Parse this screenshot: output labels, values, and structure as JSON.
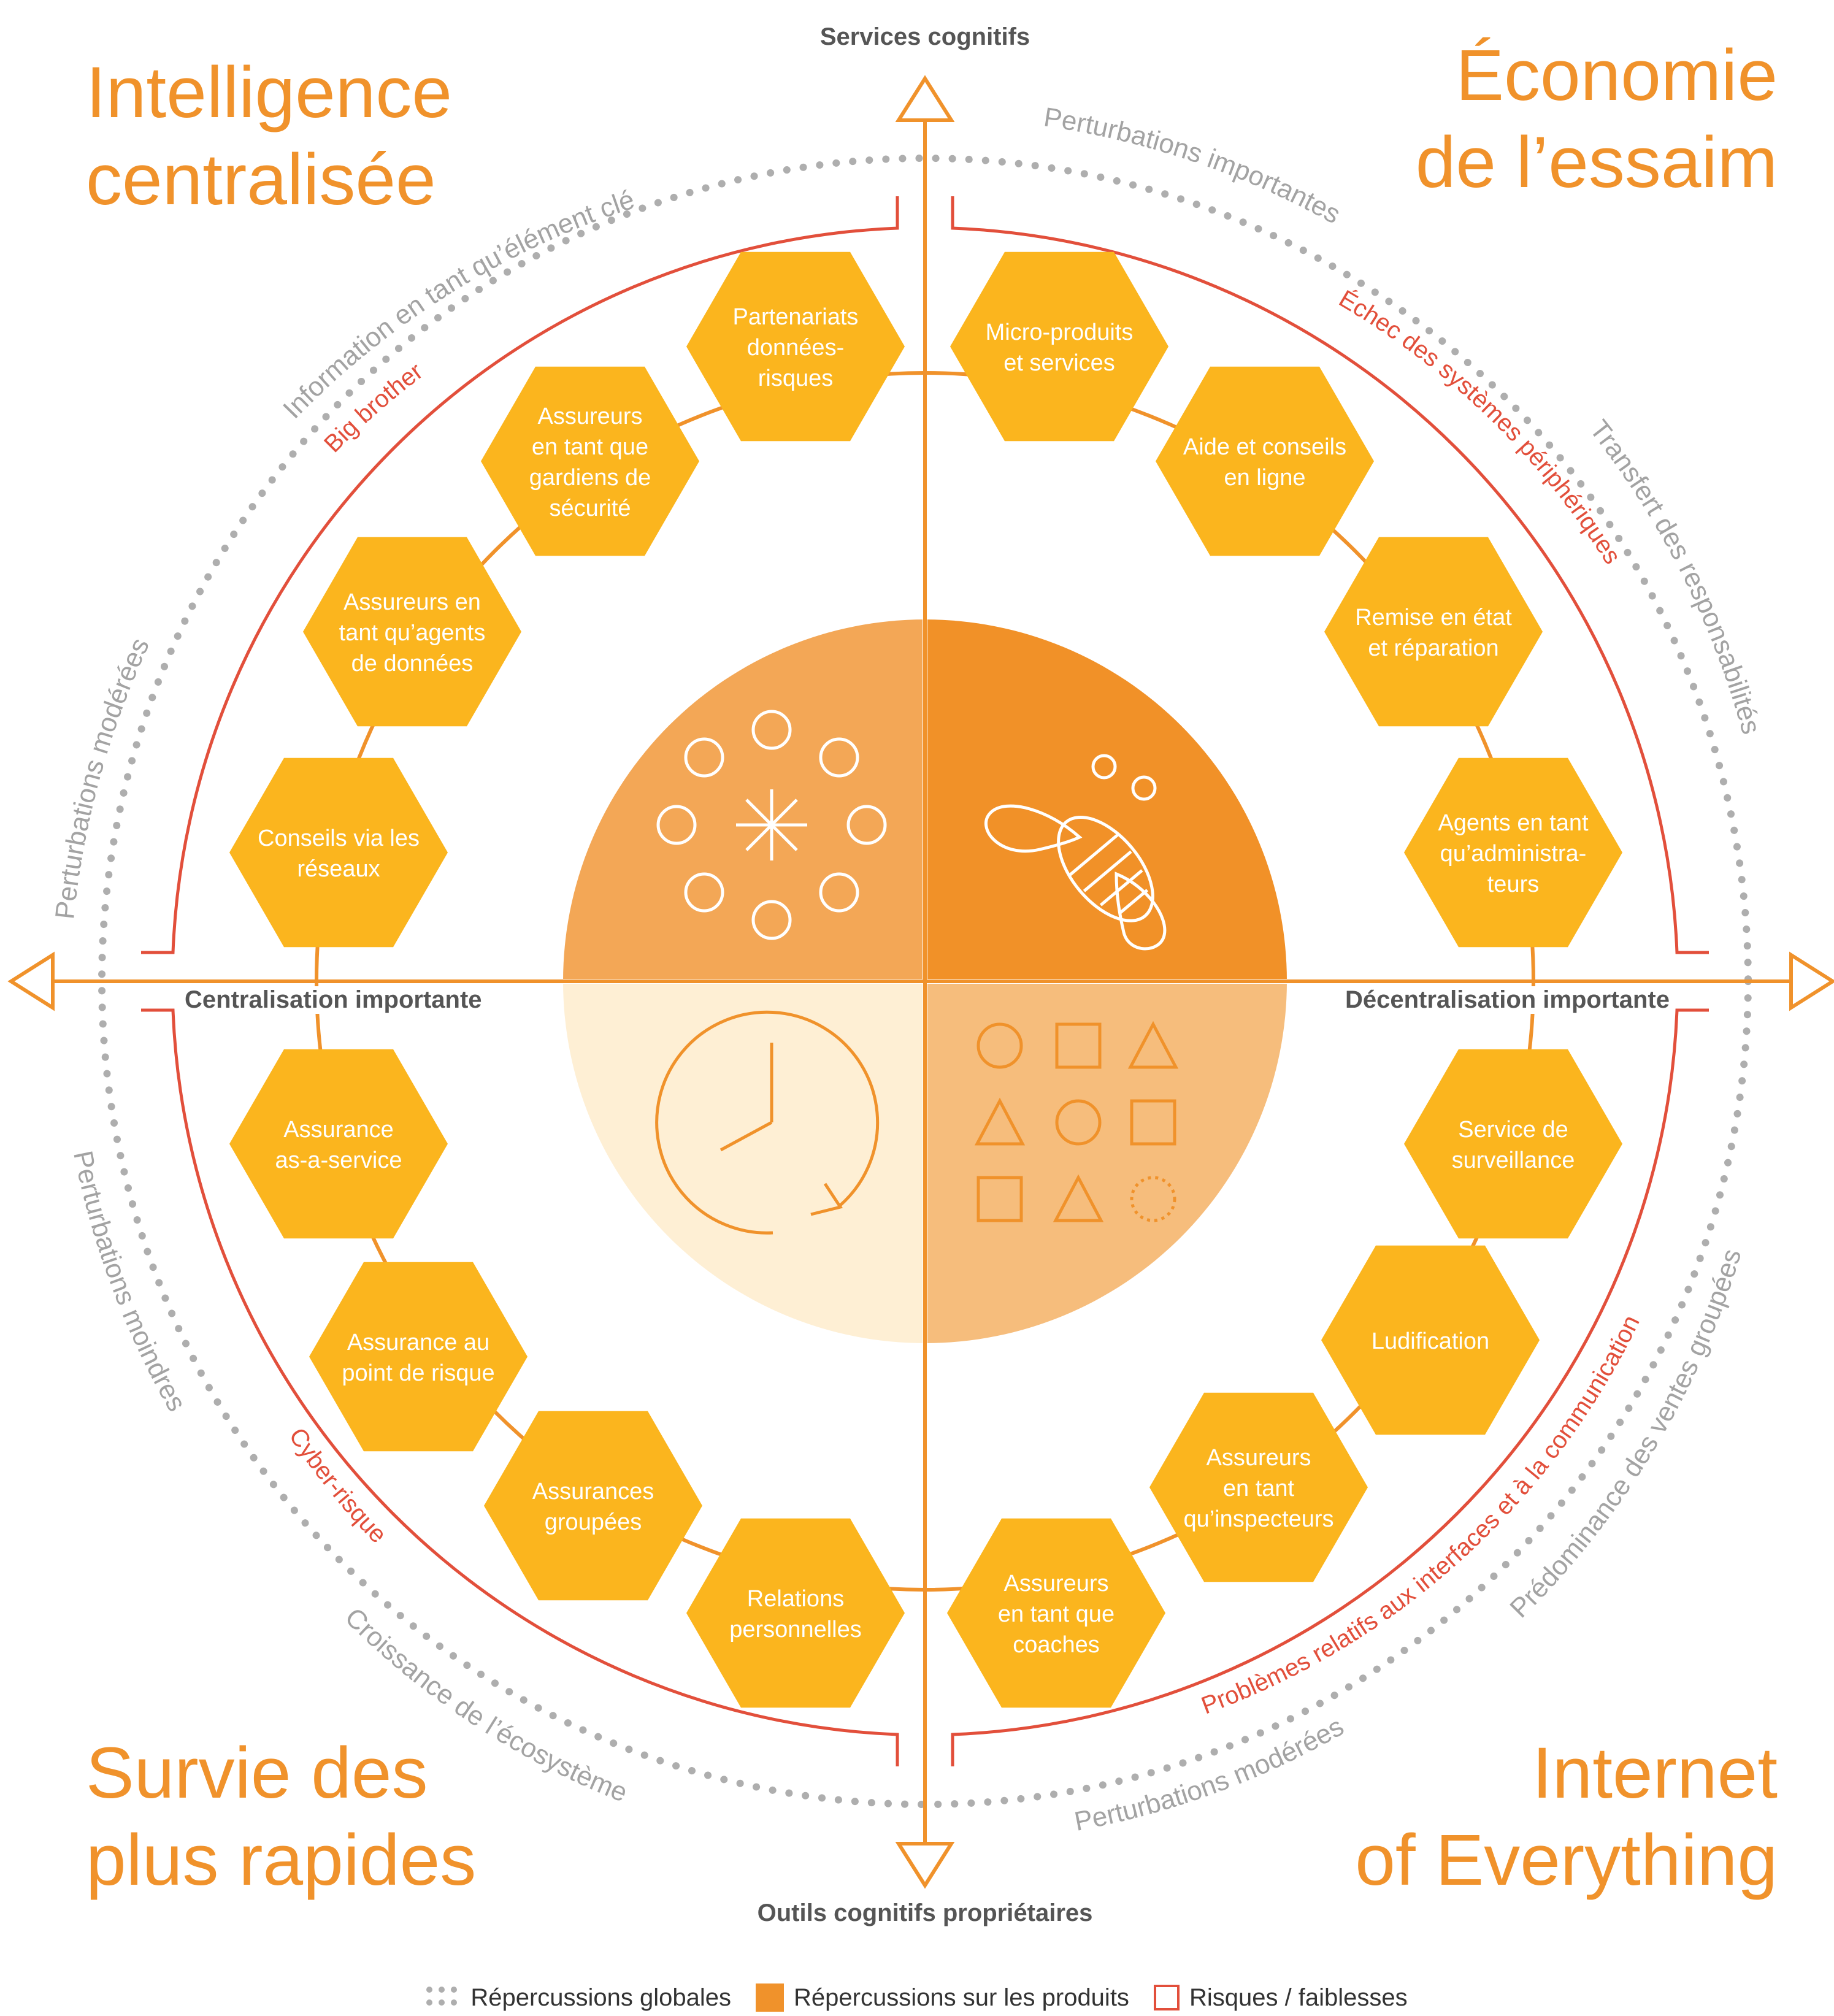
{
  "scenarios": {
    "top_left": [
      "Intelligence",
      "centralisée"
    ],
    "top_right": [
      "Économie",
      "de l’essaim"
    ],
    "bottom_left": [
      "Survie des",
      "plus rapides"
    ],
    "bottom_right": [
      "Internet",
      "of Everything"
    ]
  },
  "axes": {
    "top": "Services cognitifs",
    "bottom": "Outils cognitifs propriétaires",
    "left": "Centralisation importante",
    "right": "Décentralisation importante"
  },
  "global_impacts": {
    "top_left": "Information en tant qu’élément clé",
    "left_upper": "Perturbations modérées",
    "top_right": "Perturbations importantes",
    "right_upper": "Transfert des responsabilités",
    "left_lower": "Perturbations moindres",
    "bottom_left": "Croissance de l’écosystème",
    "bottom_right": "Perturbations modérées",
    "right_lower": "Prédominance des ventes groupées"
  },
  "risks": {
    "top_left": "Big brother",
    "top_right": "Échec des systèmes périphériques",
    "bottom_left": "Cyber-risque",
    "bottom_right": "Problèmes relatifs aux interfaces et à la communication"
  },
  "products": {
    "top_left": [
      [
        "Partenariats",
        "données-",
        "risques"
      ],
      [
        "Assureurs",
        "en tant que",
        "gardiens de",
        "sécurité"
      ],
      [
        "Assureurs en",
        "tant qu’agents",
        "de données"
      ],
      [
        "Conseils via les",
        "réseaux"
      ]
    ],
    "top_right": [
      [
        "Micro-produits",
        "et services"
      ],
      [
        "Aide et conseils",
        "en ligne"
      ],
      [
        "Remise en état",
        "et réparation"
      ],
      [
        "Agents en tant",
        "qu’administra-",
        "teurs"
      ]
    ],
    "bottom_left": [
      [
        "Assurance",
        "as-a-service"
      ],
      [
        "Assurance au",
        "point de risque"
      ],
      [
        "Assurances",
        "groupées"
      ],
      [
        "Relations",
        "personnelles"
      ]
    ],
    "bottom_right": [
      [
        "Service de",
        "surveillance"
      ],
      [
        "Ludification"
      ],
      [
        "Assureurs",
        "en tant",
        "qu’inspecteurs"
      ],
      [
        "Assureurs",
        "en tant que",
        "coaches"
      ]
    ]
  },
  "center_icons": {
    "top_left": "network-burst-icon",
    "top_right": "bee-icon",
    "bottom_left": "clock-cycle-icon",
    "bottom_right": "shapes-grid-icon"
  },
  "legend": {
    "global": "Répercussions globales",
    "products": "Répercussions sur les produits",
    "risks": "Risques / faiblesses"
  },
  "colors": {
    "orange_title": "#F0922B",
    "hexagon": "#FBB51E",
    "axis": "#F0922B",
    "risk_line": "#E24F3B",
    "dots": "#AEAEAE",
    "q_top_left": "#F3A756",
    "q_top_right": "#F19128",
    "q_bottom_left": "#FEEFD4",
    "q_bottom_right": "#F6BD7C"
  }
}
